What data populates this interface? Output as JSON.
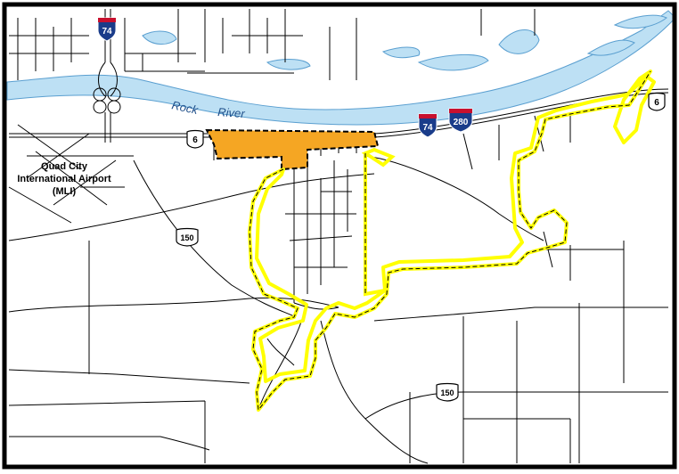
{
  "map": {
    "colors": {
      "river": "#bde0f4",
      "river_edge": "#5a9fd0",
      "boundary": "#ffff00",
      "highlight": "#f5a623",
      "road": "#000000",
      "frame": "#000000",
      "background": "#ffffff"
    },
    "labels": {
      "river": "Rock River",
      "airport_line1": "Quad City",
      "airport_line2": "International Airport",
      "airport_line3": "(MLI)"
    },
    "shields": {
      "i74_north": "74",
      "i74_east": "74",
      "i280": "280",
      "us6_west": "6",
      "us6_east": "6",
      "us150_west": "150",
      "us150_south": "150"
    },
    "icons": [
      "interstate-shield-icon",
      "us-route-shield-icon"
    ]
  }
}
